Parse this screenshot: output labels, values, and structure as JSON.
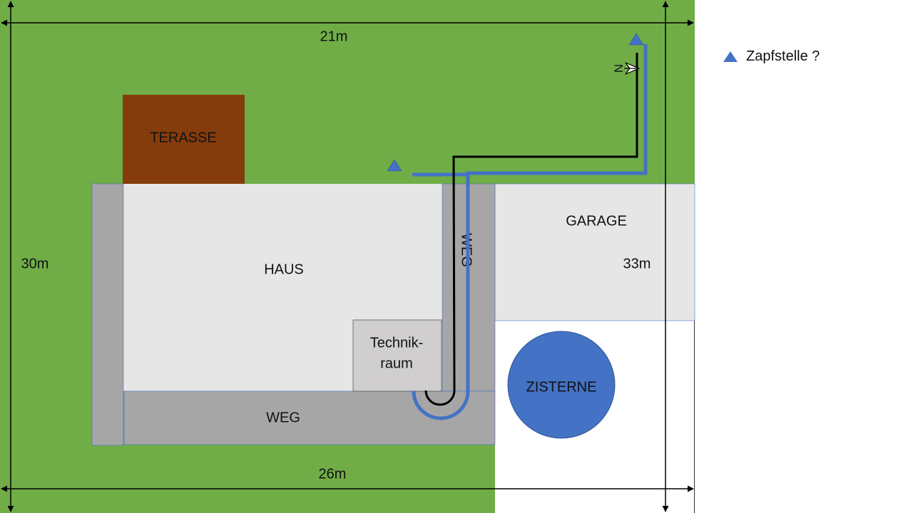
{
  "plan": {
    "labels": {
      "terasse": "TERASSE",
      "haus": "HAUS",
      "weg_vertical": "WEG",
      "weg_bottom": "WEG",
      "garage": "GARAGE",
      "technik_line1": "Technik-",
      "technik_line2": "raum",
      "zisterne": "ZISTERNE",
      "north": "N"
    },
    "dimensions": {
      "top_width": "21m",
      "bottom_width": "26m",
      "left_height": "30m",
      "right_height": "33m"
    }
  },
  "legend": {
    "zapfstelle_label": "Zapfstelle ?",
    "marker_icon": "triangle-icon"
  },
  "colors": {
    "lawn": "#70AD47",
    "terrace": "#843C0C",
    "house": "#E7E6E6",
    "path": "#A6A6A6",
    "technik": "#D0CECE",
    "cistern": "#4472C4",
    "water_pipe": "#4472C4",
    "cable": "#000000"
  }
}
